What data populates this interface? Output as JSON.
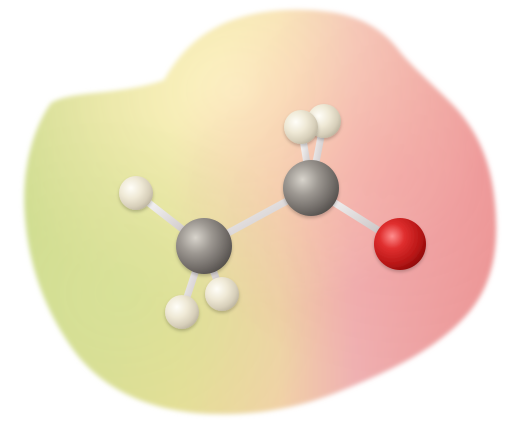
{
  "scene": {
    "subject": "molecule-render",
    "background_color": "#ffffff",
    "surface_colors": {
      "green_yellow": "#c8d47a",
      "yellow": "#efe3a0",
      "pink": "#efa1a1",
      "red": "#e8787b"
    },
    "atom_colors": {
      "carbon": "#8f8b86",
      "hydrogen": "#f1ecd9",
      "oxygen": "#cf2424"
    },
    "bond_color": "#e7e3e3",
    "atoms": [
      {
        "element": "H",
        "label": ""
      },
      {
        "element": "H",
        "label": ""
      },
      {
        "element": "H",
        "label": ""
      },
      {
        "element": "H",
        "label": ""
      },
      {
        "element": "H",
        "label": ""
      },
      {
        "element": "C",
        "label": ""
      },
      {
        "element": "C",
        "label": ""
      },
      {
        "element": "O",
        "label": ""
      }
    ]
  }
}
